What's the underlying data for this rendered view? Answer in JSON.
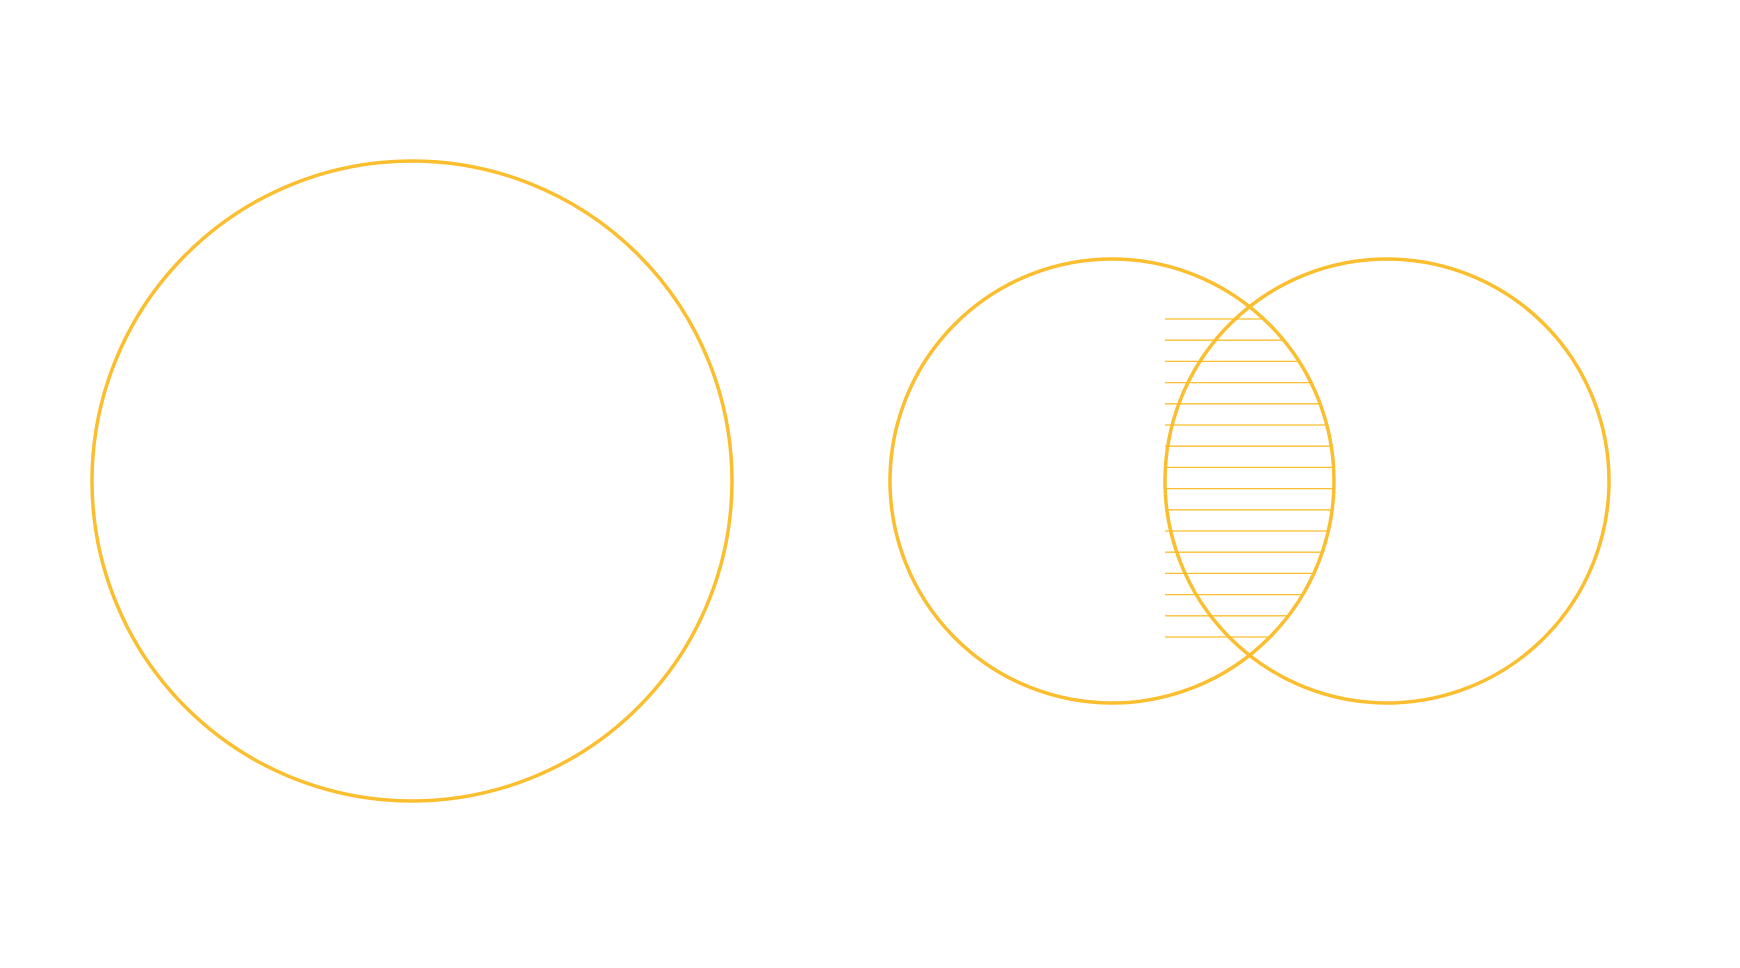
{
  "diagram": {
    "kind": "venn",
    "stroke_color": "#FBBE2E",
    "background_color": "#FFFFFF",
    "panels": [
      {
        "name": "single-set",
        "sets": 1,
        "shaded_region": "none"
      },
      {
        "name": "two-set-intersection",
        "sets": 2,
        "shaded_region": "intersection",
        "shading_pattern": "horizontal-lines"
      }
    ]
  }
}
